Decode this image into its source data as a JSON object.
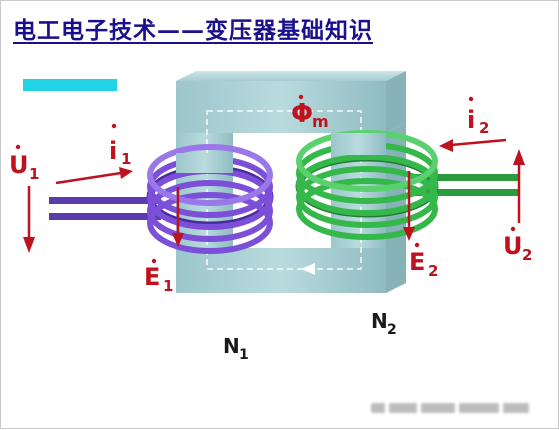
{
  "title": "电工电子技术——变压器基础知识",
  "colors": {
    "title": "#1a0f8c",
    "accent_bar": "#22d3e6",
    "core": "#a9cfd3",
    "core_dark": "#7fb0b6",
    "primary_coil": "#7b4fd8",
    "secondary_coil": "#34b84a",
    "label": "#c0111f",
    "label_dark": "#1a1a1a"
  },
  "labels": {
    "phi": "Φ",
    "phi_sub": "m",
    "u1": "U",
    "u1_sub": "1",
    "i1": "i",
    "i1_sub": "1",
    "e1": "E",
    "e1_sub": "1",
    "n1": "N",
    "n1_sub": "1",
    "i2": "i",
    "i2_sub": "2",
    "u2": "U",
    "u2_sub": "2",
    "e2": "E",
    "e2_sub": "2",
    "n2": "N",
    "n2_sub": "2"
  }
}
